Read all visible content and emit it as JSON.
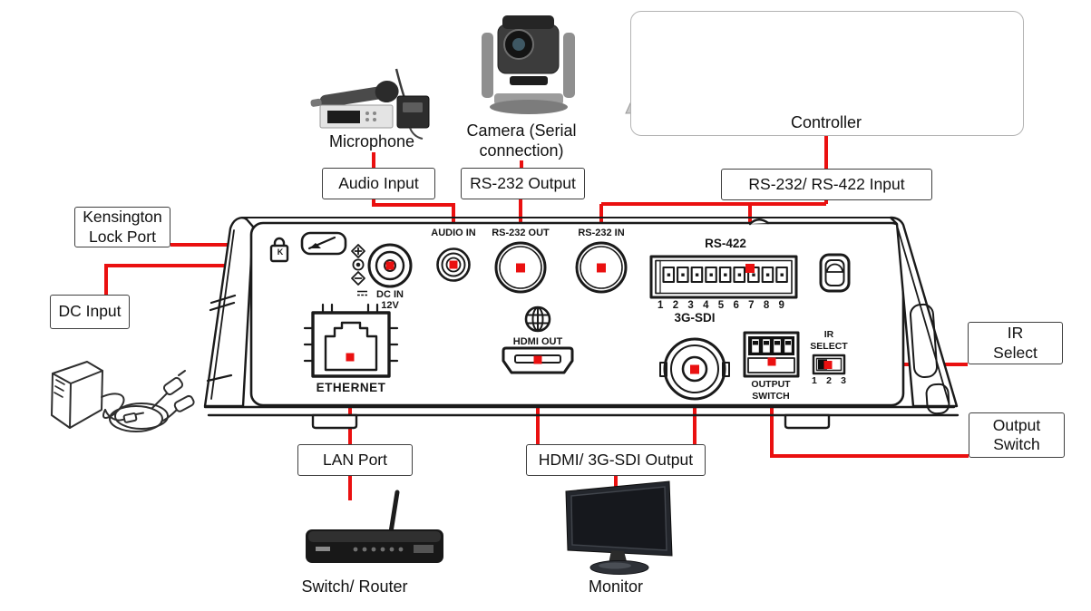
{
  "colors": {
    "connector_red": "#ea1010",
    "line_black": "#1a1a1a"
  },
  "panel": {
    "port_labels": {
      "audio_in": "AUDIO IN",
      "rs232_out": "RS-232 OUT",
      "rs232_in": "RS-232 IN",
      "rs422": "RS-422",
      "dc_in": "DC IN",
      "dc_voltage": "12V",
      "ethernet": "ETHERNET",
      "hdmi_out": "HDMI OUT",
      "sdi": "3G-SDI",
      "output_switch_line1": "OUTPUT",
      "output_switch_line2": "SWITCH",
      "ir_select_line1": "IR",
      "ir_select_line2": "SELECT",
      "kensington_k": "K"
    },
    "rs422_pins": [
      "1",
      "2",
      "3",
      "4",
      "5",
      "6",
      "7",
      "8",
      "9"
    ],
    "ir_positions": [
      "1",
      "2",
      "3"
    ]
  },
  "callouts": {
    "kensington_line1": "Kensington",
    "kensington_line2": "Lock Port",
    "dc_input": "DC Input",
    "audio_input": "Audio Input",
    "rs232_output": "RS-232 Output",
    "rs232_rs422_input": "RS-232/ RS-422 Input",
    "lan_port": "LAN Port",
    "hdmi_sdi_output": "HDMI/ 3G-SDI Output",
    "ir_select_line1": "IR",
    "ir_select_line2": "Select",
    "output_switch_line1": "Output",
    "output_switch_line2": "Switch"
  },
  "devices": {
    "microphone": "Microphone",
    "camera_line1": "Camera (Serial",
    "camera_line2": "connection)",
    "controller": "Controller",
    "switch_router": "Switch/ Router",
    "monitor": "Monitor"
  }
}
